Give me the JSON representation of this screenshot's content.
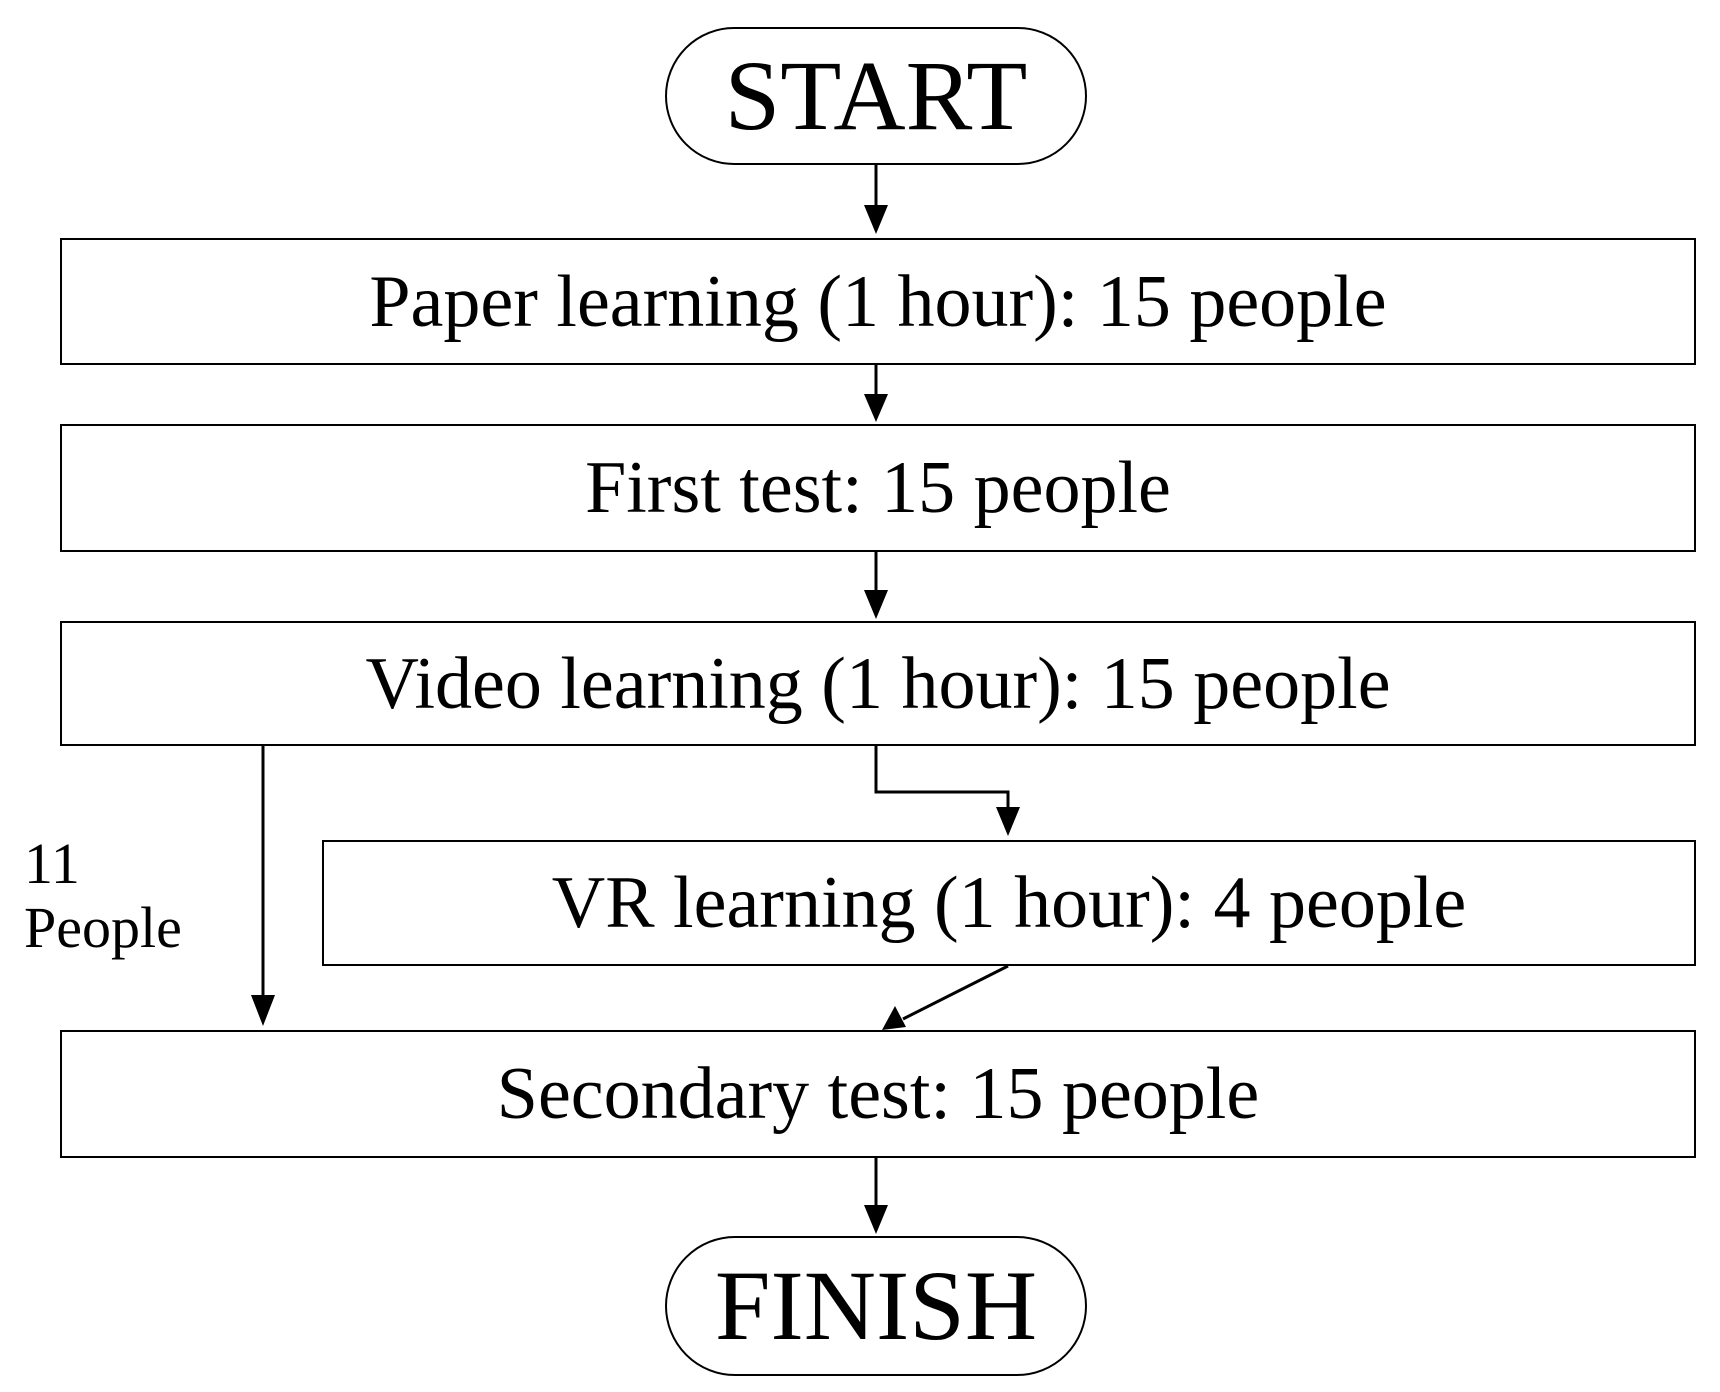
{
  "flowchart": {
    "start": "START",
    "finish": "FINISH",
    "steps": {
      "paper_learning": "Paper learning (1 hour): 15 people",
      "first_test": "First test: 15 people",
      "video_learning": "Video learning (1 hour): 15 people",
      "vr_learning": "VR learning (1 hour): 4 people",
      "secondary_test": "Secondary test: 15 people"
    },
    "branch_label": {
      "count": "11",
      "unit": "People"
    }
  }
}
